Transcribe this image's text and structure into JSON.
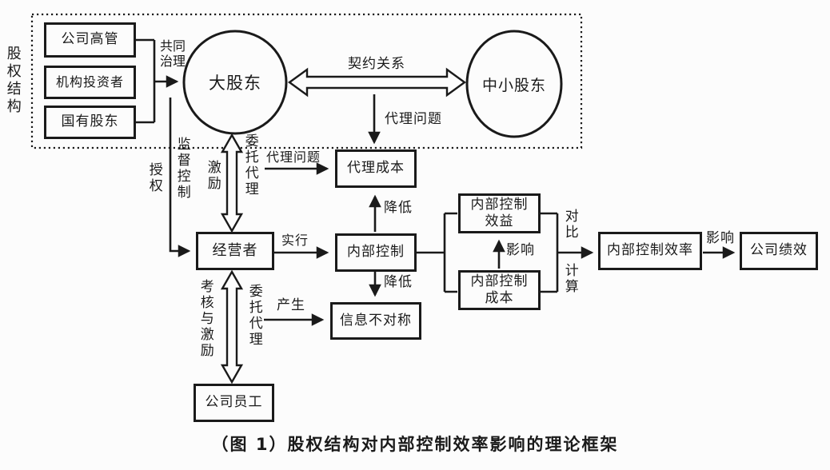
{
  "caption": "（图 1）股权结构对内部控制效率影响的理论框架",
  "group": {
    "label": "股权结构"
  },
  "nodes": {
    "executives": "公司高管",
    "institutional": "机构投资者",
    "state": "国有股东",
    "large_shareholder": "大股东",
    "minor_shareholder": "中小股东",
    "agency_cost": "代理成本",
    "manager": "经营者",
    "internal_control": "内部控制",
    "info_asymmetry": "信息不对称",
    "ic_benefit": "内部控制效益",
    "ic_cost": "内部控制成本",
    "ic_efficiency": "内部控制效率",
    "firm_performance": "公司绩效",
    "employees": "公司员工"
  },
  "edges": {
    "joint_governance": "共同治理",
    "contract_relation": "契约关系",
    "agency_problem_vertical": "代理问题",
    "agency_problem_horizontal": "代理问题",
    "authorize": "授权",
    "supervise_control": "监督控制",
    "incentive": "激励",
    "principal_agent_top": "委托代理",
    "implement": "实行",
    "reduce_upper": "降低",
    "reduce_lower": "降低",
    "generate": "产生",
    "appraisal_incentive": "考核与激励",
    "principal_agent_bottom": "委托代理",
    "affect_mid": "影响",
    "compare": "对比",
    "calculate": "计算",
    "affect_right": "影响"
  },
  "colors": {
    "ink": "#1a1a1a",
    "background": "#fcfcfc"
  }
}
